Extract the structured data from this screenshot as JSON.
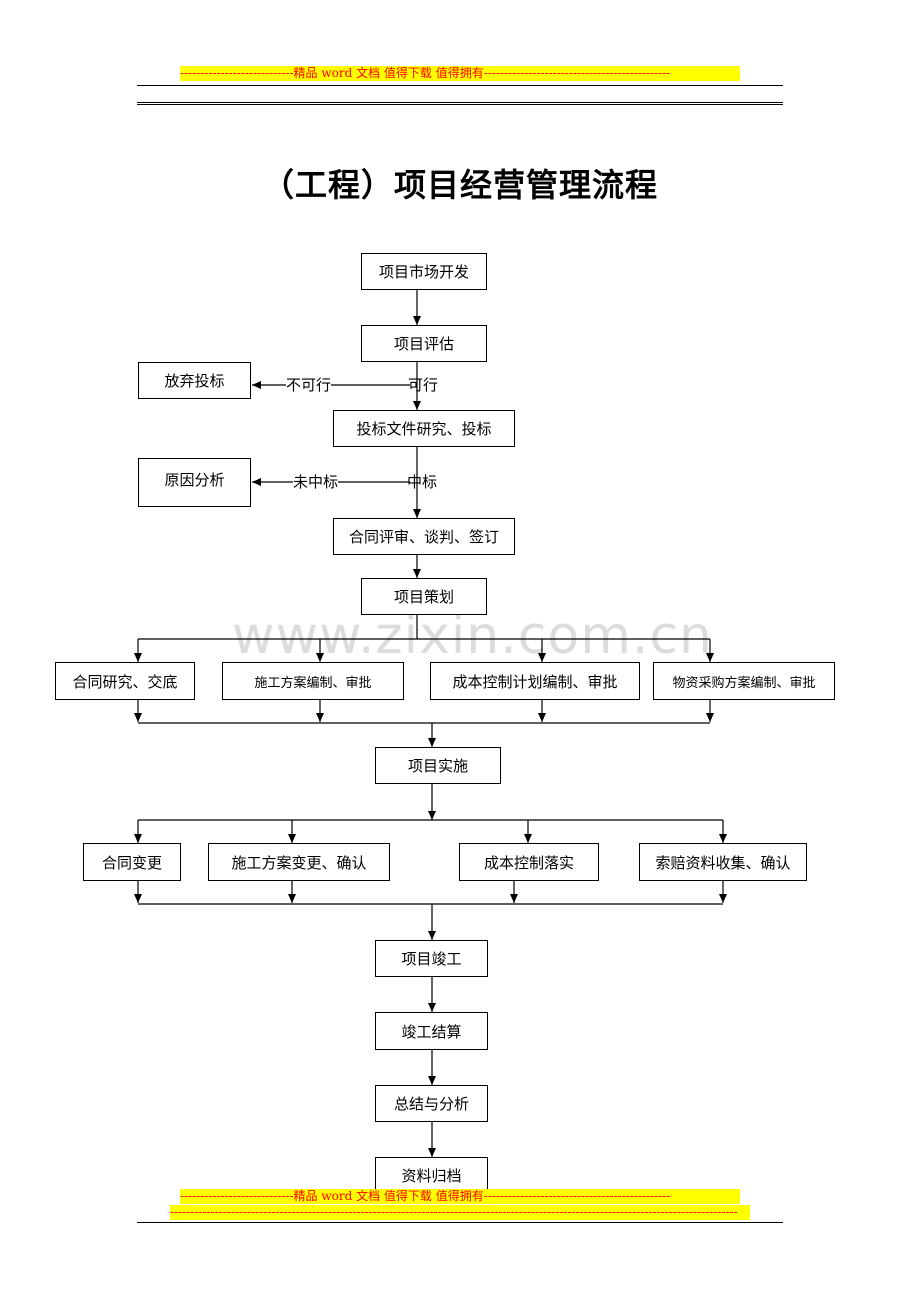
{
  "header": {
    "banner": "----------------------------精品 word 文档  值得下载  值得拥有----------------------------------------------"
  },
  "footer": {
    "banner1": "----------------------------精品 word 文档  值得下载  值得拥有----------------------------------------------",
    "banner2": "--------------------------------------------------------------------------------------------------------------------------------------------"
  },
  "title": "（工程）项目经营管理流程",
  "watermark": "www.zixin.com.cn",
  "nodes": {
    "market": "项目市场开发",
    "assess": "项目评估",
    "giveup": "放弃投标",
    "bid": "投标文件研究、投标",
    "reason": "原因分析",
    "contract": "合同评审、谈判、签订",
    "plan": "项目策划",
    "p1": "合同研究、交底",
    "p2": "施工方案编制、审批",
    "p3": "成本控制计划编制、审批",
    "p4": "物资采购方案编制、审批",
    "impl": "项目实施",
    "i1": "合同变更",
    "i2": "施工方案变更、确认",
    "i3": "成本控制落实",
    "i4": "索赔资料收集、确认",
    "complete": "项目竣工",
    "settle": "竣工结算",
    "summary": "总结与分析",
    "archive": "资料归档"
  },
  "labels": {
    "notfeasible": "不可行",
    "feasible": "可行",
    "notwin": "未中标",
    "win": "中标"
  }
}
